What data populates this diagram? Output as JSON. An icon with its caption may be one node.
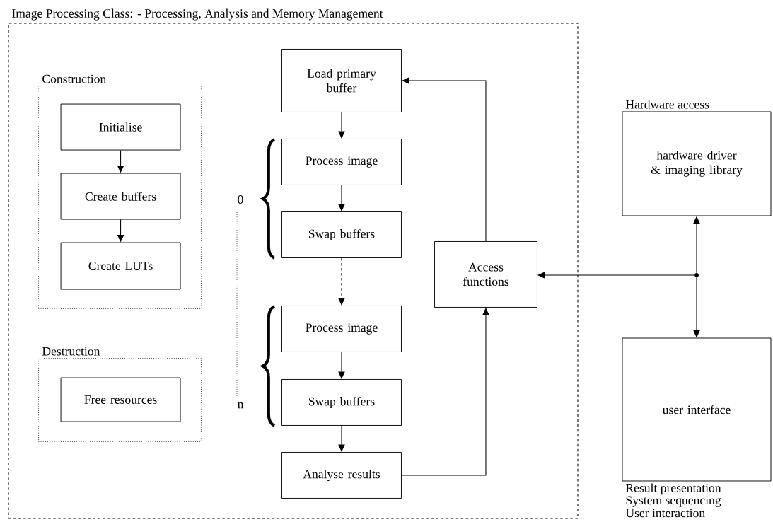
{
  "diagram": {
    "nodes": [
      {
        "text": [
          "Image Processing Class: - Processing, Analysis and Memory Management"
        ]
      },
      {
        "text": [
          "Construction"
        ],
        "in": 0
      },
      {
        "text": [
          "Initialise"
        ],
        "in": 1
      },
      {
        "text": [
          "Create buffers"
        ],
        "in": 1
      },
      {
        "text": [
          "Create LUTs"
        ],
        "in": 1
      },
      {
        "text": [
          "Destruction"
        ],
        "in": 0
      },
      {
        "text": [
          "Free resources"
        ],
        "in": 5
      },
      {
        "text": [
          "Load primary buffer"
        ],
        "in": 0
      },
      {
        "text": [
          "Process image"
        ],
        "in": 0
      },
      {
        "text": [
          "Swap buffers"
        ],
        "in": 0
      },
      {
        "text": [
          "Process image"
        ],
        "in": 0
      },
      {
        "text": [
          "Swap buffers"
        ],
        "in": 0
      },
      {
        "text": [
          "Analyse results"
        ],
        "in": 0
      },
      {
        "text": [
          "Access functions"
        ],
        "in": 0
      },
      {
        "text": [
          "Hardware access",
          "hardware driver & imaging library"
        ]
      },
      {
        "text": [],
        "shape": "circle"
      },
      {
        "text": [
          "user interface"
        ],
        "beside": [
          "Result presentation",
          "System sequencing",
          "User interaction"
        ]
      }
    ],
    "edges": [
      {
        "from": 2,
        "to": 3,
        "arrow": "to"
      },
      {
        "from": 3,
        "to": 4,
        "arrow": "to"
      },
      {
        "from": 7,
        "to": 8,
        "arrow": "to"
      },
      {
        "from": 8,
        "to": 9,
        "arrow": "to"
      },
      {
        "from": 9,
        "to": 10,
        "arrow": "to",
        "style": "dashed"
      },
      {
        "from": 10,
        "to": 11,
        "arrow": "to"
      },
      {
        "from": 11,
        "to": 12,
        "arrow": "to"
      },
      {
        "from": 12,
        "to": 13,
        "arrow": "to"
      },
      {
        "from": 13,
        "to": 7,
        "arrow": "to"
      },
      {
        "from": 15,
        "to": 13,
        "arrow": "to"
      },
      {
        "from": 15,
        "to": 14,
        "arrow": "to"
      },
      {
        "from": 15,
        "to": 16,
        "arrow": "to"
      }
    ],
    "labels": [
      "0",
      "n"
    ]
  }
}
